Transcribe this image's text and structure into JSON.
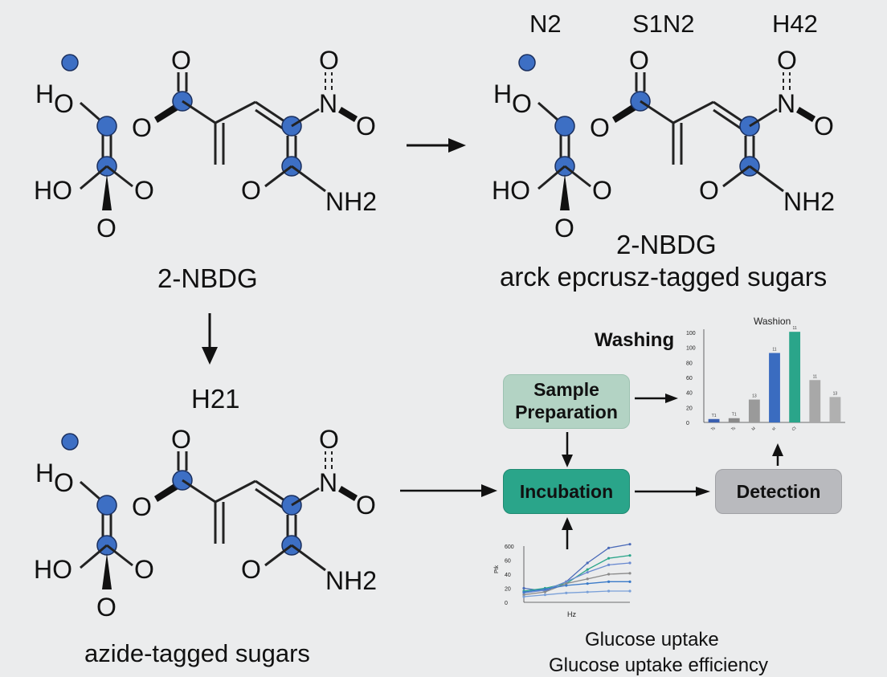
{
  "top_labels": {
    "n2": "N2",
    "s1n2": "S1N2",
    "h42": "H42"
  },
  "molecule_left_top": {
    "caption": "2-NBDG"
  },
  "molecule_right_top": {
    "caption": "2-NBDG",
    "subcaption": "arck epcrusz-tagged sugars"
  },
  "molecule_bottom": {
    "caption": "azide-tagged sugars"
  },
  "intermediate_label": "H21",
  "atoms": {
    "h": "H",
    "o": "O",
    "ho": "HO",
    "n": "N",
    "nh2": "NH2"
  },
  "workflow": {
    "sample_preparation": "Sample Preparation",
    "incubation": "Incubation",
    "detection": "Detection",
    "washing": "Washing"
  },
  "colors": {
    "atom": "#3d6fc4",
    "sample_box": "#b3d3c4",
    "incubation_box": "#2aa58a",
    "detection_box": "#b9babe"
  },
  "bar_chart": {
    "chart_data": {
      "type": "bar",
      "title": "Washion",
      "categories": [
        "Ts",
        "Ts",
        "M",
        "st",
        "CI",
        "",
        ""
      ],
      "values": [
        4,
        5,
        27,
        82,
        107,
        50,
        30
      ],
      "data_labels": [
        "T1",
        "T1",
        "13",
        "11",
        "11",
        "11",
        "13"
      ],
      "colors": [
        "#3a5fb0",
        "#8a8a8a",
        "#9a9a9a",
        "#3a6cc0",
        "#2aa58a",
        "#a8a8a8",
        "#b0b0b0"
      ],
      "ylim": [
        0,
        110
      ],
      "yticks": [
        "100",
        "100",
        "80",
        "60",
        "40",
        "20",
        "0"
      ]
    }
  },
  "line_chart": {
    "chart_data": {
      "type": "line",
      "xlabel": "Hz",
      "ylabel": "Ptk",
      "ylim": [
        0,
        60
      ],
      "yticks": [
        "600",
        "60",
        "40",
        "20",
        "0"
      ],
      "x": [
        1,
        2,
        3,
        4,
        5,
        6
      ],
      "series": [
        {
          "values": [
            15,
            12,
            22,
            42,
            58,
            62
          ],
          "color": "#4a6ab8"
        },
        {
          "values": [
            12,
            15,
            20,
            35,
            47,
            50
          ],
          "color": "#2aa58a"
        },
        {
          "values": [
            10,
            13,
            22,
            32,
            40,
            42
          ],
          "color": "#6a8ad0"
        },
        {
          "values": [
            8,
            11,
            20,
            25,
            30,
            31
          ],
          "color": "#8a8a8a"
        },
        {
          "values": [
            11,
            14,
            18,
            20,
            22,
            22
          ],
          "color": "#3a7ac8"
        },
        {
          "values": [
            6,
            8,
            10,
            11,
            12,
            12
          ],
          "color": "#7aa0d8"
        }
      ]
    }
  },
  "glucose": {
    "line1": "Glucose uptake",
    "line2": "Glucose uptake efficiency"
  }
}
